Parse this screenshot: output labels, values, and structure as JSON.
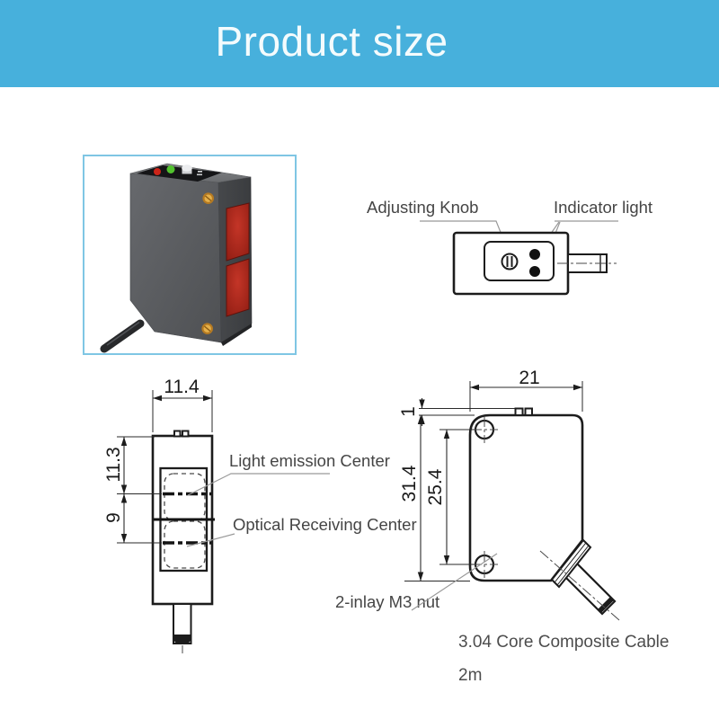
{
  "header": {
    "title": "Product size",
    "bg_color": "#47b0dc",
    "text_color": "#f4fbfd"
  },
  "product_photo": {
    "frame_border_color": "#7fc6e4",
    "body_color": "#5b5d60",
    "lens_color": "#a82318",
    "led_colors": {
      "red": "#cc2418",
      "green": "#52c32e"
    },
    "screw_color": "#d9a43b"
  },
  "top_view": {
    "adjusting_knob_label": "Adjusting Knob",
    "indicator_light_label": "Indicator light"
  },
  "front_view": {
    "width_dim": "11.4",
    "emission_offset_dim": "11.3",
    "centers_gap_dim": "9",
    "emission_label": "Light emission Center",
    "receiving_label": "Optical Receiving Center"
  },
  "side_view": {
    "width_dim": "21",
    "tab_height_dim": "1",
    "height_dim": "31.4",
    "hole_spacing_dim": "25.4",
    "nut_label": "2-inlay M3 nut",
    "cable_label": "3.04 Core Composite Cable",
    "cable_length_label": "2m"
  }
}
